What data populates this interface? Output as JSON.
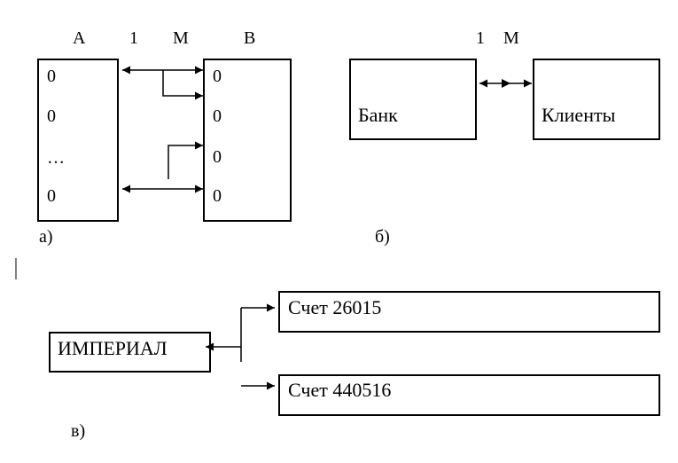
{
  "diagram_a": {
    "header_a": "А",
    "header_one": "1",
    "header_m": "М",
    "header_b": "В",
    "left_cells": [
      "0",
      "0",
      "…",
      "0"
    ],
    "right_cells": [
      "0",
      "0",
      "0",
      "0"
    ],
    "caption": "а)"
  },
  "diagram_b": {
    "label_one": "1",
    "label_m": "М",
    "bank": "Банк",
    "clients": "Клиенты",
    "caption": "б)"
  },
  "diagram_c": {
    "imperial": "ИМПЕРИАЛ",
    "account_1": "Счет 26015",
    "account_2": "Счет 440516",
    "caption": "в)"
  }
}
